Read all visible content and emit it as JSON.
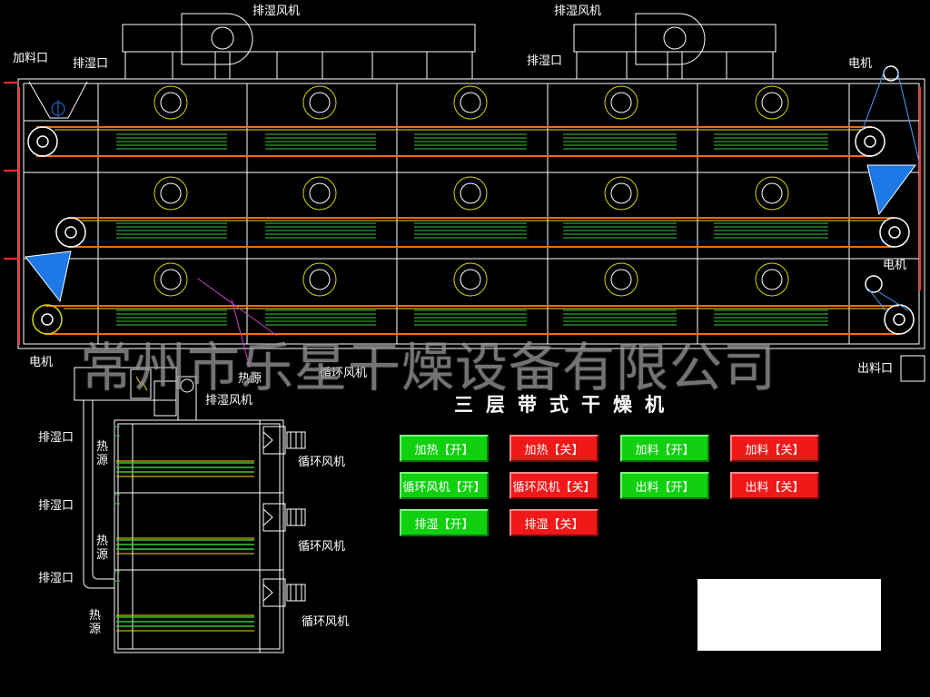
{
  "labels": {
    "exhaust_fan_top_left": "排湿风机",
    "exhaust_fan_top_right": "排湿风机",
    "feed_inlet": "加料口",
    "exhaust_port_left": "排湿口",
    "exhaust_port_right": "排湿口",
    "motor_top_right": "电机",
    "motor_mid_right": "电机",
    "motor_bottom_left": "电机",
    "discharge_port": "出料口",
    "heat_source_main": "热源",
    "circulation_fan_main": "循环风机",
    "exhaust_fan_side": "排湿风机"
  },
  "side_view": {
    "exhaust_ports": [
      "排湿口",
      "排湿口",
      "排湿口"
    ],
    "heat_sources": [
      "热\n源",
      "热\n源",
      "热\n源"
    ],
    "circulation_fans": [
      "循环风机",
      "循环风机",
      "循环风机"
    ]
  },
  "machine_title": "三层带式干燥机",
  "watermark": "常州市乐星干燥设备有限公司",
  "buttons": [
    {
      "label": "加热【开】",
      "state": "on"
    },
    {
      "label": "加热【关】",
      "state": "off"
    },
    {
      "label": "加料【开】",
      "state": "on"
    },
    {
      "label": "加料【关】",
      "state": "off"
    },
    {
      "label": "循环风机【开】",
      "state": "on"
    },
    {
      "label": "循环风机【关】",
      "state": "off"
    },
    {
      "label": "出料【开】",
      "state": "on"
    },
    {
      "label": "出料【关】",
      "state": "off"
    },
    {
      "label": "排湿【开】",
      "state": "on"
    },
    {
      "label": "排湿【关】",
      "state": "off"
    }
  ],
  "colors": {
    "on": "#10d010",
    "off": "#f01818",
    "belt": "#ff6a00",
    "heater": "#39c93a",
    "fan_ring": "#d6d600",
    "hopper": "#1e78e6"
  }
}
